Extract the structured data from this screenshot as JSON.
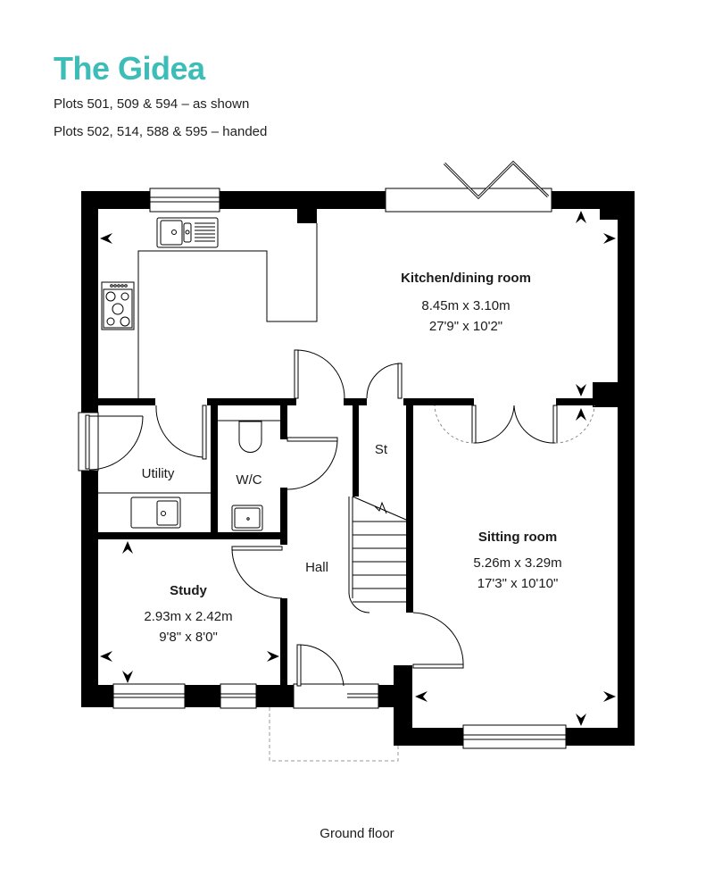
{
  "header": {
    "title": "The Gidea",
    "plots_as_shown": "Plots 501, 509 & 594 – as shown",
    "plots_handed": "Plots 502, 514, 588 & 595 – handed"
  },
  "colors": {
    "title": "#3dbdb8",
    "wall": "#000000",
    "text": "#1a1a1a"
  },
  "rooms": {
    "kitchen": {
      "name": "Kitchen/dining room",
      "metric": "8.45m x 3.10m",
      "imperial": "27'9\" x 10'2\""
    },
    "sitting": {
      "name": "Sitting room",
      "metric": "5.26m x 3.29m",
      "imperial": "17'3\" x 10'10\""
    },
    "study": {
      "name": "Study",
      "metric": "2.93m x 2.42m",
      "imperial": "9'8\" x 8'0\""
    },
    "utility": {
      "name": "Utility"
    },
    "wc": {
      "name": "W/C"
    },
    "hall": {
      "name": "Hall"
    },
    "store": {
      "name": "St"
    }
  },
  "footer": {
    "floor_label": "Ground floor"
  }
}
